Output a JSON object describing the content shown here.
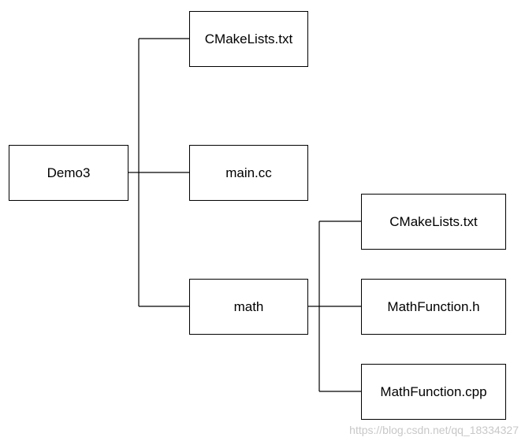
{
  "nodes": {
    "demo3": "Demo3",
    "top_cmakelists": "CMakeLists.txt",
    "main_cc": "main.cc",
    "math": "math",
    "math_cmakelists": "CMakeLists.txt",
    "mathfunction_h": "MathFunction.h",
    "mathfunction_cpp": "MathFunction.cpp"
  },
  "edges": [
    {
      "from": "demo3",
      "to": "top_cmakelists"
    },
    {
      "from": "demo3",
      "to": "main_cc"
    },
    {
      "from": "demo3",
      "to": "math"
    },
    {
      "from": "math",
      "to": "math_cmakelists"
    },
    {
      "from": "math",
      "to": "mathfunction_h"
    },
    {
      "from": "math",
      "to": "mathfunction_cpp"
    }
  ],
  "watermark": "https://blog.csdn.net/qq_18334327",
  "colors": {
    "line": "#000000",
    "box_border": "#000000",
    "watermark": "#c8c8c8"
  }
}
